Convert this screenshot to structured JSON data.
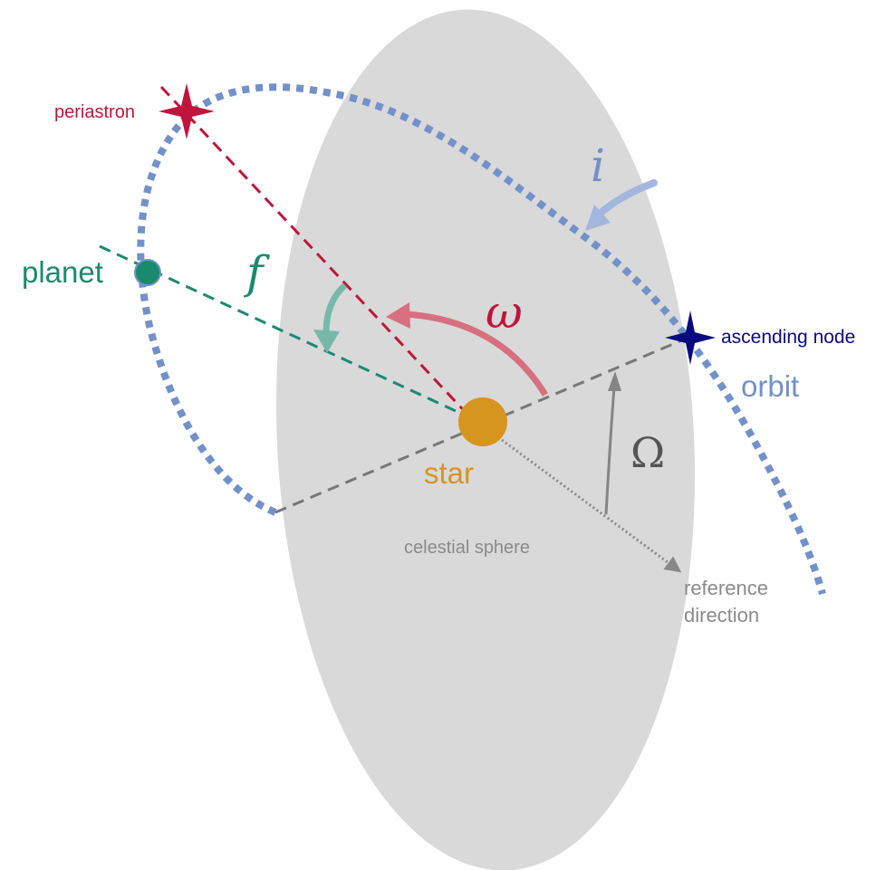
{
  "labels": {
    "periastron": "periastron",
    "planet": "planet",
    "star": "star",
    "ascending_node": "ascending node",
    "orbit": "orbit",
    "celestial_sphere": "celestial sphere",
    "reference_direction_line1": "reference",
    "reference_direction_line2": "direction"
  },
  "symbols": {
    "inclination": "i",
    "true_anomaly": "f",
    "argument_of_periastron": "ω",
    "longitude_of_ascending_node": "Ω"
  },
  "colors": {
    "sphere": "#d9d9d9",
    "orbit": "#7391c9",
    "inclination_arrow": "#a3b6de",
    "periastron": "#c0143c",
    "planet": "#1a8a6e",
    "true_anomaly_arrow": "#77b9a8",
    "omega_arrow": "#d6707e",
    "star": "#d6951f",
    "ascending_node": "#0a0a80",
    "node_line": "#777777",
    "reference": "#888888",
    "Omega_arrow": "#858585"
  }
}
